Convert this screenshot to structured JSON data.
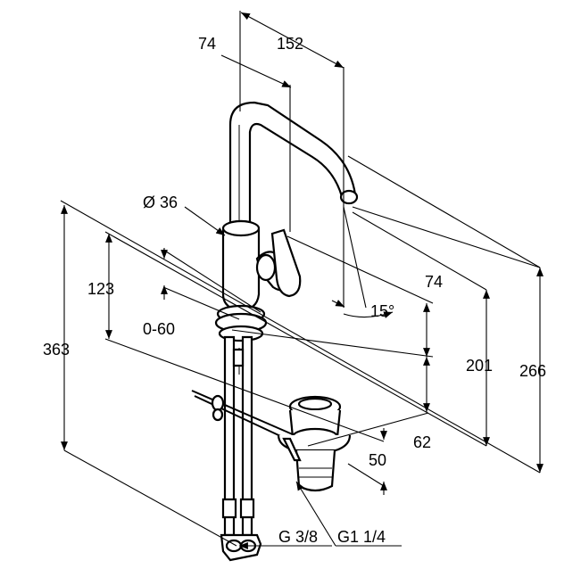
{
  "dimensions": {
    "d74_top": "74",
    "d152": "152",
    "diameter": "Ø 36",
    "d123": "123",
    "d0_60": "0-60",
    "d363": "363",
    "d74_right": "74",
    "angle": "15°",
    "d201": "201",
    "d266": "266",
    "d62": "62",
    "d50": "50",
    "g38": "G 3/8",
    "g114": "G1 1/4"
  }
}
